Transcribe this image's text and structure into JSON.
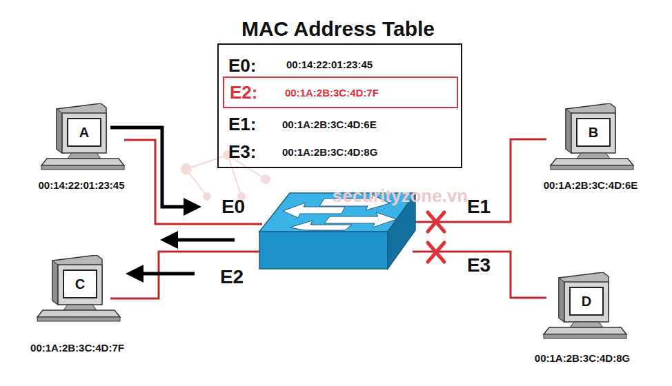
{
  "diagram": {
    "title": "MAC Address Table",
    "nodes": [
      {
        "text": [
          "E0:",
          "00:14:22:01:23:45",
          "E1:",
          "00:1A:2B:3C:4D:6E",
          "E3:",
          "00:1A:2B:3C:4D:8G"
        ]
      },
      {
        "text": [
          "E2:",
          "00:1A:2B:3C:4D:7F"
        ],
        "in": 0
      },
      {
        "text": [
          "A",
          "00:14:22:01:23:45"
        ]
      },
      {
        "text": [
          "B",
          "00:1A:2B:3C:4D:6E"
        ]
      },
      {
        "text": [
          "C",
          "00:1A:2B:3C:4D:7F"
        ]
      },
      {
        "text": [
          "D",
          "00:1A:2B:3C:4D:8G"
        ]
      }
    ],
    "labels": [
      "E0",
      "E1",
      "E2",
      "E3",
      "securityzone.vn"
    ]
  }
}
